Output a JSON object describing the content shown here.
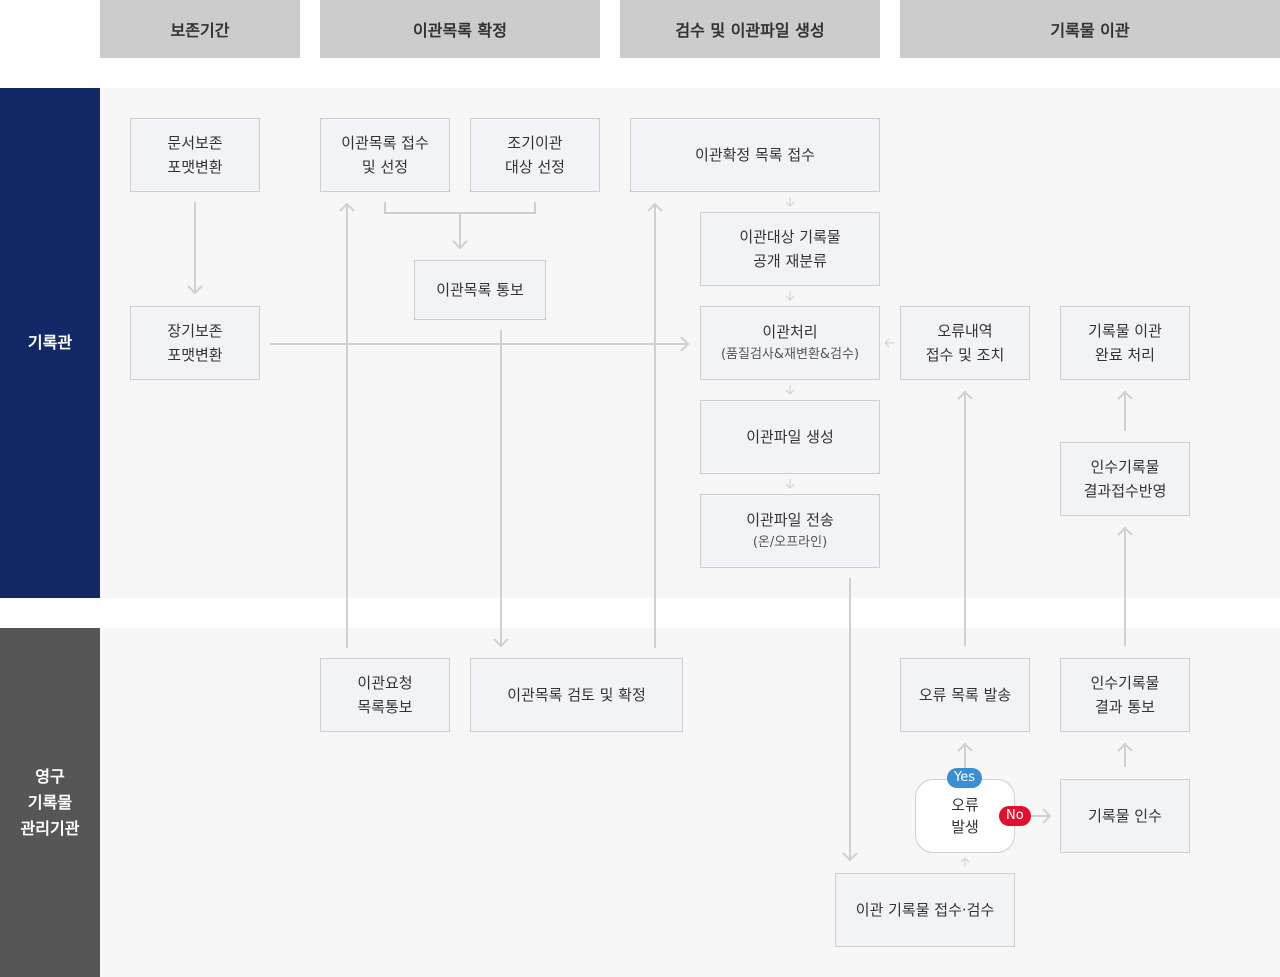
{
  "phases": [
    {
      "label": "보존기간"
    },
    {
      "label": "이관목록 확정"
    },
    {
      "label": "검수 및 이관파일 생성"
    },
    {
      "label": "기록물 이관"
    }
  ],
  "lanes": [
    {
      "label": "기록관",
      "color": "#132866"
    },
    {
      "label": "영구\n기록물\n관리기관",
      "color": "#565656"
    }
  ],
  "nodes": {
    "doc_format": "문서보존\n포맷변환",
    "long_format": "장기보존\n포맷변환",
    "list_receive": "이관목록 접수\n및 선정",
    "early_select": "조기이관\n대상 선정",
    "list_notify": "이관목록 통보",
    "confirmed_receive": "이관확정 목록 접수",
    "reclassify": "이관대상 기록물\n공개 재분류",
    "process_title": "이관처리",
    "process_sub": "(품질검사&재변환&검수)",
    "file_create": "이관파일 생성",
    "file_send_title": "이관파일 전송",
    "file_send_sub": "(온/오프라인)",
    "error_handle": "오류내역\n접수 및 조치",
    "complete": "기록물 이관\n완료 처리",
    "result_reflect": "인수기록물\n결과접수반영",
    "request_notify": "이관요청\n목록통보",
    "review_confirm": "이관목록 검토 및 확정",
    "error_list_send": "오류 목록 발송",
    "result_notify": "인수기록물\n결과 통보",
    "error_decision": "오류\n발생",
    "acquire": "기록물 인수",
    "receive_inspect": "이관 기록물 접수·검수"
  },
  "badges": {
    "yes": {
      "label": "Yes",
      "color": "#3b8fd0"
    },
    "no": {
      "label": "No",
      "color": "#e0102f"
    }
  }
}
